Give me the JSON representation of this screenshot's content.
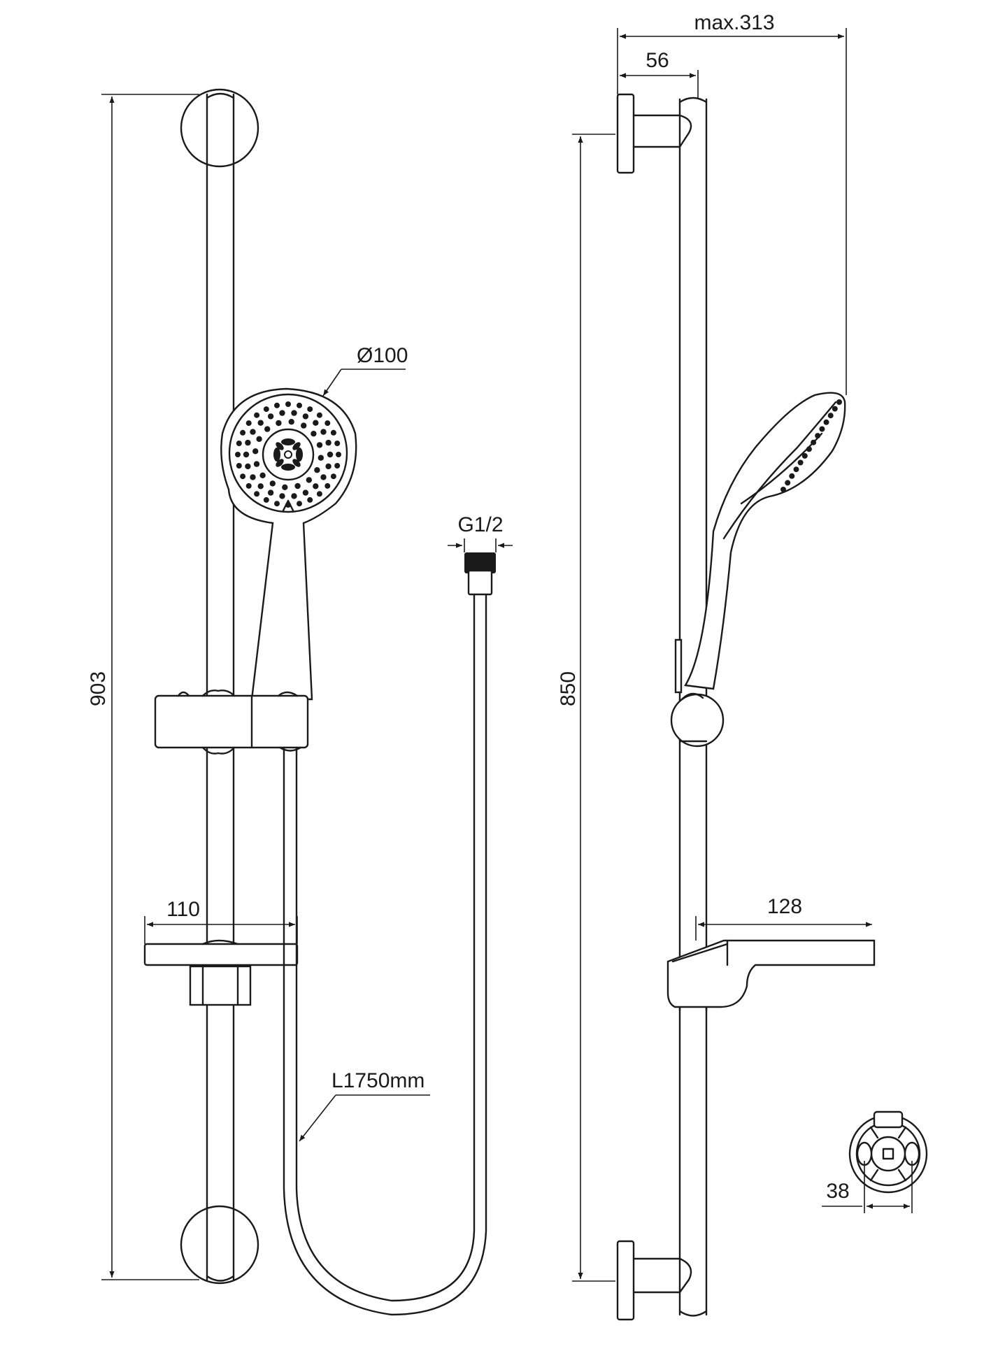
{
  "dimensions": {
    "max_depth": "max.313",
    "wall_offset": "56",
    "head_diameter": "Ø100",
    "connector_thread": "G1/2",
    "overall_height": "903",
    "rail_length": "850",
    "soap_dish_width_front": "110",
    "soap_dish_depth_side": "128",
    "hose_length": "L1750mm",
    "bracket_diameter": "38"
  }
}
